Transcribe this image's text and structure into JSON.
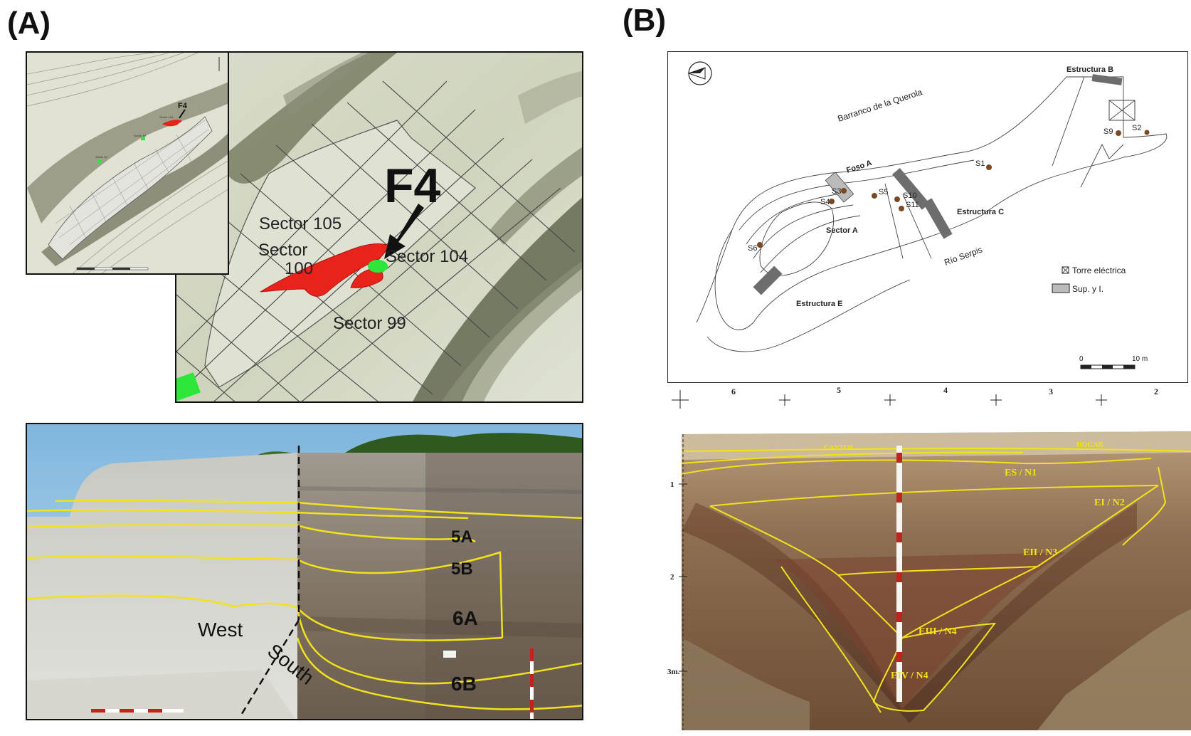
{
  "panels": {
    "a_label": "(A)",
    "b_label": "(B)"
  },
  "map_a": {
    "inset_f4": "F4",
    "inset_sector_104": "Sector 104",
    "inset_sector_99": "Sector 99",
    "inset_sector_62": "Sector 62",
    "main_f4": "F4",
    "sector_105": "Sector 105",
    "sector_100_line1": "Sector",
    "sector_100_line2": "100",
    "sector_104": "Sector 104",
    "sector_99": "Sector 99"
  },
  "section_a": {
    "layer_5a": "5A",
    "layer_5b": "5B",
    "layer_6a": "6A",
    "layer_6b": "6B",
    "west": "West",
    "south": "South"
  },
  "plan_b": {
    "estructura_b": "Estructura B",
    "estructura_c": "Estructura C",
    "estructura_e": "Estructura E",
    "barranco": "Barranco de la Querola",
    "foso_a": "Foso A",
    "sector_a": "Sector A",
    "rio": "Río Serpis",
    "s1": "S1",
    "s2": "S2",
    "s3": "S3",
    "s4": "S4",
    "s5": "S5",
    "s6": "S6",
    "s9": "S9",
    "s10": "S10",
    "s11": "S11",
    "legend_torre": "Torre eléctrica",
    "legend_sup": "Sup. y I.",
    "scale_zero": "0",
    "scale_ten": "10 m"
  },
  "profile_b": {
    "col_6": "6",
    "col_5": "5",
    "col_4": "4",
    "col_3": "3",
    "col_2": "2",
    "depth_1": "1",
    "depth_2": "2",
    "depth_3": "3m.",
    "cantos": "CANTOS",
    "hogar": "HOGAR",
    "es_n1": "ES / N1",
    "ei_n2": "EI / N2",
    "eii_n3": "EII / N3",
    "eiii_n4": "EIII / N4",
    "eiv_n4": "EIV / N4"
  },
  "colors": {
    "layer_line": "#f2e21a",
    "sector_red": "#e8231c",
    "sector_green": "#2ee63a",
    "structure_gray": "#6d6d6d",
    "site_dot": "#7a4a22"
  }
}
